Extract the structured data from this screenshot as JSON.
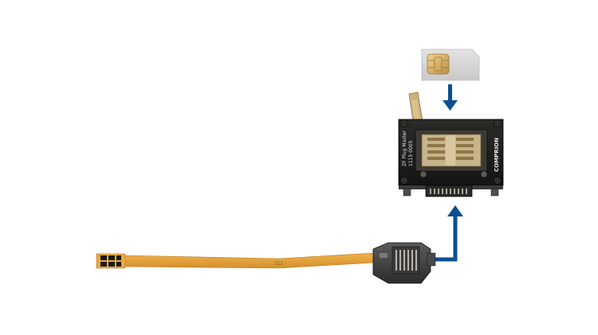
{
  "adapter": {
    "brand": "COMPRION",
    "side_text_line1": "ZF Plug Master",
    "side_text_line2": "1115 0005"
  },
  "flex_cable": {
    "marking": "211"
  },
  "colors": {
    "arrow": "#0a4f92",
    "flex_cable": "#e3a33c",
    "pcb": "#1d1d1b",
    "sim_card": "#d6d6d6",
    "sim_chip": "#d8b36a"
  },
  "icons": [
    "sim-card",
    "arrow-down-icon",
    "arrow-up-right-icon"
  ]
}
